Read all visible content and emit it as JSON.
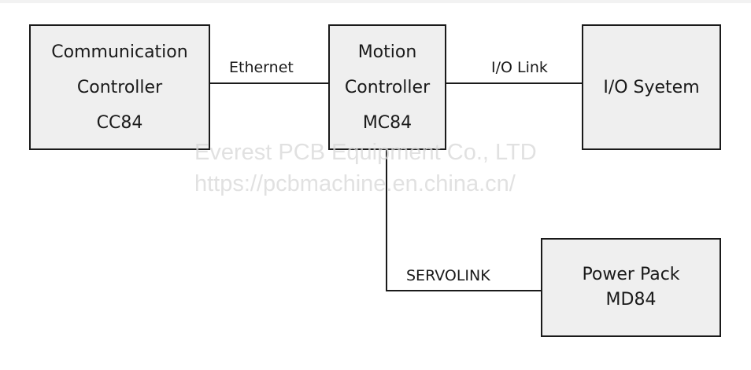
{
  "nodes": {
    "cc": {
      "lines": [
        "Communication",
        "Controller",
        "CC84"
      ]
    },
    "mc": {
      "lines": [
        "Motion",
        "Controller",
        "MC84"
      ]
    },
    "io": {
      "lines": [
        "I/O Syetem"
      ]
    },
    "pp": {
      "lines": [
        "Power Pack",
        "MD84"
      ]
    }
  },
  "edges": {
    "cc_mc": "Ethernet",
    "mc_io": "I/O Link",
    "mc_pp": "SERVOLINK"
  },
  "watermark": {
    "line1": "Everest PCB Equipment Co., LTD",
    "line2": "https://pcbmachine.en.china.cn/"
  }
}
